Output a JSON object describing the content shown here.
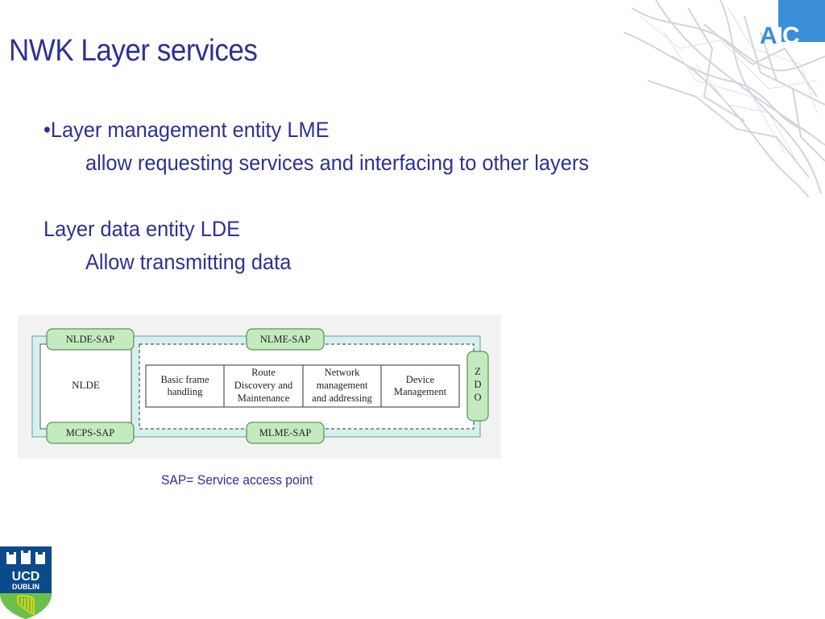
{
  "title": "NWK Layer services",
  "bullets": [
    {
      "text": "•Layer management entity LME",
      "indent": 0
    },
    {
      "text": "allow requesting services and interfacing to other layers",
      "indent": 1
    },
    {
      "text": "Layer data entity LDE",
      "indent": 0
    },
    {
      "text": "Allow transmitting data",
      "indent": 1
    }
  ],
  "diagram": {
    "nlde": "NLDE",
    "sap_top_left": "NLDE-SAP",
    "sap_top_mid": "NLME-SAP",
    "sap_bottom_left": "MCPS-SAP",
    "sap_bottom_mid": "MLME-SAP",
    "zdo": [
      "Z",
      "D",
      "O"
    ],
    "cells": [
      [
        "Basic frame",
        "handling"
      ],
      [
        "Route",
        "Discovery and",
        "Maintenance"
      ],
      [
        "Network",
        "management",
        "and addressing"
      ],
      [
        "Device",
        "Management"
      ]
    ]
  },
  "caption": "SAP= Service access point",
  "logos": {
    "aic": {
      "letters": [
        "A",
        "I",
        "C"
      ],
      "color": "#3b8fd6"
    },
    "ucd": {
      "line1": "UCD",
      "line2": "DUBLIN",
      "color": "#0b4a8b",
      "accent": "#6cc04a"
    }
  },
  "colors": {
    "text": "#2e3192"
  }
}
